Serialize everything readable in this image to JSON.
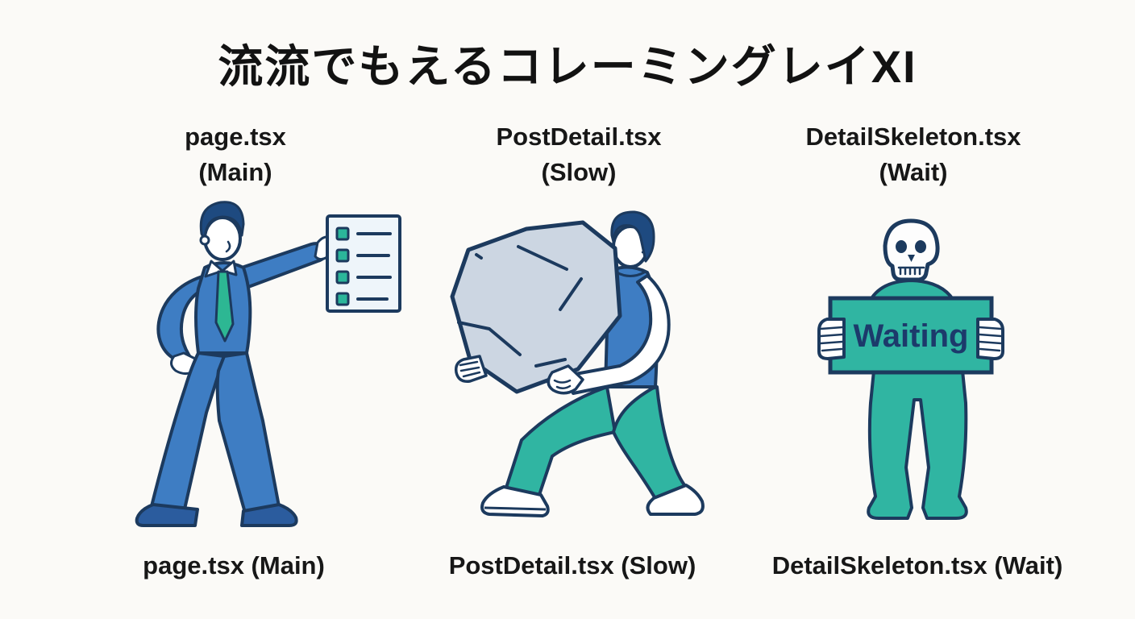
{
  "title": "流流でもえるコレーミングレイXI",
  "panels": [
    {
      "id": "main",
      "top_line1": "page.tsx",
      "top_line2": "(Main)",
      "bottom_label": "page.tsx (Main)",
      "figure": "businessman-pointing-at-checklist"
    },
    {
      "id": "slow",
      "top_line1": "PostDetail.tsx",
      "top_line2": "(Slow)",
      "bottom_label": "PostDetail.tsx (Slow)",
      "figure": "man-carrying-boulder"
    },
    {
      "id": "wait",
      "top_line1": "DetailSkeleton.tsx",
      "top_line2": "(Wait)",
      "bottom_label": "DetailSkeleton.tsx (Wait)",
      "sign_text": "Waiting",
      "figure": "skeleton-holding-waiting-sign"
    }
  ],
  "colors": {
    "background": "#fbfaf7",
    "outline_navy": "#1c3a5e",
    "suit_blue": "#3e7dc3",
    "hair_navy": "#1e4a80",
    "shoe_blue": "#2b5c9e",
    "teal": "#30b5a2",
    "tie_green": "#2db793",
    "boulder_gray": "#ccd6e2",
    "paper_white": "#eef5fa",
    "sign_text_navy": "#1c3a6b",
    "text_black": "#171717"
  }
}
